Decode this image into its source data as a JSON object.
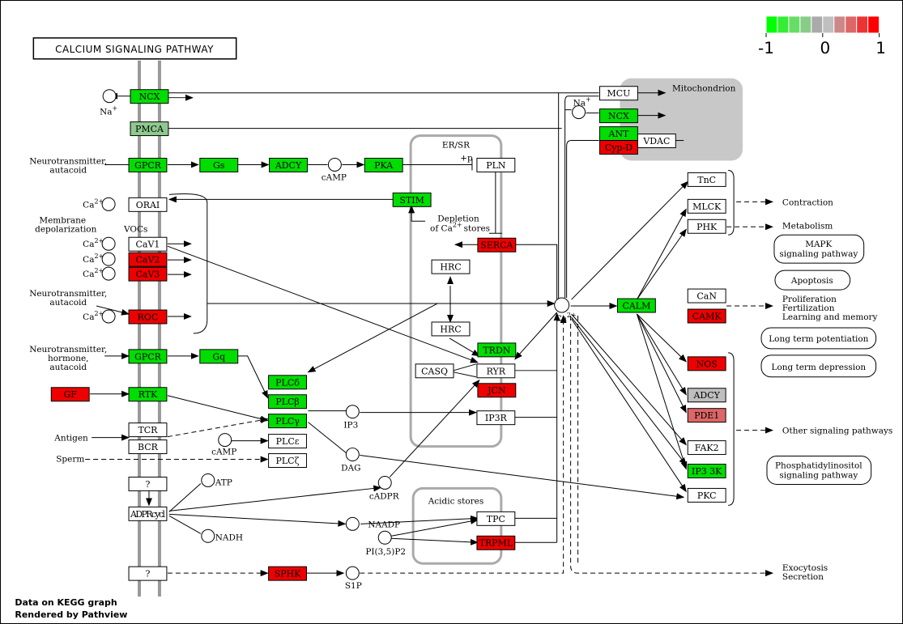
{
  "title": "CALCIUM SIGNALING PATHWAY",
  "footer": [
    "Data on KEGG graph",
    "Rendered by Pathview"
  ],
  "colors": {
    "green": "#00dd00",
    "light_green": "#8fc98f",
    "red": "#ee0000",
    "light_red": "#dd6666",
    "grey": "#bebebe",
    "white": "#ffffff",
    "compartment": "#c8c8c8"
  },
  "legend": {
    "min_label": "-1",
    "mid_label": "0",
    "max_label": "1",
    "steps": [
      "#00ff00",
      "#33ee33",
      "#66dd66",
      "#88cc88",
      "#aaaaaa",
      "#bfbfbf",
      "#cc8888",
      "#dd6666",
      "#ee3333",
      "#ff0000"
    ]
  },
  "compartments": {
    "mitochondrion": "Mitochondrion",
    "er_sr": "ER/SR",
    "acidic": "Acidic stores"
  },
  "nodes": [
    {
      "id": "ncx1",
      "label": "NCX",
      "color": "green"
    },
    {
      "id": "pmca",
      "label": "PMCA",
      "color": "light_green"
    },
    {
      "id": "gpcr1",
      "label": "GPCR",
      "color": "green"
    },
    {
      "id": "gs",
      "label": "Gs",
      "color": "green"
    },
    {
      "id": "adcy1",
      "label": "ADCY",
      "color": "green"
    },
    {
      "id": "pka",
      "label": "PKA",
      "color": "green"
    },
    {
      "id": "pln",
      "label": "PLN",
      "color": "white"
    },
    {
      "id": "stim",
      "label": "STIM",
      "color": "green"
    },
    {
      "id": "orai",
      "label": "ORAI",
      "color": "white"
    },
    {
      "id": "cav1",
      "label": "CaV1",
      "color": "white"
    },
    {
      "id": "cav2",
      "label": "CaV2",
      "color": "red"
    },
    {
      "id": "cav3",
      "label": "CaV3",
      "color": "red"
    },
    {
      "id": "serca",
      "label": "SERCA",
      "color": "red"
    },
    {
      "id": "hrc1",
      "label": "HRC",
      "color": "white"
    },
    {
      "id": "roc",
      "label": "ROC",
      "color": "red"
    },
    {
      "id": "hrc2",
      "label": "HRC",
      "color": "white"
    },
    {
      "id": "gpcr2",
      "label": "GPCR",
      "color": "green"
    },
    {
      "id": "gq",
      "label": "Gq",
      "color": "green"
    },
    {
      "id": "trdn",
      "label": "TRDN",
      "color": "green"
    },
    {
      "id": "casq",
      "label": "CASQ",
      "color": "white"
    },
    {
      "id": "ryr",
      "label": "RYR",
      "color": "white"
    },
    {
      "id": "jcn",
      "label": "JCN",
      "color": "red"
    },
    {
      "id": "plcd",
      "label": "PLCδ",
      "color": "green"
    },
    {
      "id": "plcb",
      "label": "PLCβ",
      "color": "green"
    },
    {
      "id": "plcg",
      "label": "PLCγ",
      "color": "green"
    },
    {
      "id": "plce",
      "label": "PLCε",
      "color": "white"
    },
    {
      "id": "plcz",
      "label": "PLCζ",
      "color": "white"
    },
    {
      "id": "gf",
      "label": "GF",
      "color": "red"
    },
    {
      "id": "rtk",
      "label": "RTK",
      "color": "green"
    },
    {
      "id": "tcr",
      "label": "TCR",
      "color": "white"
    },
    {
      "id": "bcr",
      "label": "BCR",
      "color": "white"
    },
    {
      "id": "ip3r",
      "label": "IP3R",
      "color": "white"
    },
    {
      "id": "q1",
      "label": "?",
      "color": "white"
    },
    {
      "id": "adprc",
      "label": "ADPRcycl",
      "color": "white"
    },
    {
      "id": "tpc",
      "label": "TPC",
      "color": "white"
    },
    {
      "id": "trpml",
      "label": "TRPML",
      "color": "red"
    },
    {
      "id": "q2",
      "label": "?",
      "color": "white"
    },
    {
      "id": "sphk",
      "label": "SPHK",
      "color": "red"
    },
    {
      "id": "mcu",
      "label": "MCU",
      "color": "white"
    },
    {
      "id": "ncx2",
      "label": "NCX",
      "color": "green"
    },
    {
      "id": "ant",
      "label": "ANT",
      "color": "green"
    },
    {
      "id": "cypd",
      "label": "Cyp-D",
      "color": "red"
    },
    {
      "id": "vdac",
      "label": "VDAC",
      "color": "white"
    },
    {
      "id": "tnc",
      "label": "TnC",
      "color": "white"
    },
    {
      "id": "mlck",
      "label": "MLCK",
      "color": "white"
    },
    {
      "id": "phk",
      "label": "PHK",
      "color": "white"
    },
    {
      "id": "calm",
      "label": "CALM",
      "color": "green"
    },
    {
      "id": "can",
      "label": "CaN",
      "color": "white"
    },
    {
      "id": "camk",
      "label": "CAMK",
      "color": "red"
    },
    {
      "id": "nos",
      "label": "NOS",
      "color": "red"
    },
    {
      "id": "adcy2",
      "label": "ADCY",
      "color": "grey"
    },
    {
      "id": "pde1",
      "label": "PDE1",
      "color": "light_red"
    },
    {
      "id": "fak2",
      "label": "FAK2",
      "color": "white"
    },
    {
      "id": "ip33k",
      "label": "IP3 3K",
      "color": "green"
    },
    {
      "id": "pkc",
      "label": "PKC",
      "color": "white"
    }
  ],
  "labels": {
    "na1": "Na",
    "na1_sup": "+",
    "na2": "Na",
    "na2_sup": "+",
    "neurotransmitter1": [
      "Neurotransmitter,",
      "autacoid"
    ],
    "camp1": "cAMP",
    "p": "+p",
    "ca_orai": "Ca",
    "membrane": [
      "Membrane",
      "depolarization"
    ],
    "vocs": "VOCs",
    "ca_cav1": "Ca",
    "ca_cav2": "Ca",
    "ca_cav3": "Ca",
    "depletion": [
      "Depletion",
      "of Ca",
      "stores"
    ],
    "neurotransmitter2": [
      "Neurotransmitter,",
      "autacoid"
    ],
    "ca_roc": "Ca",
    "neurotransmitter3": [
      "Neurotransmitter,",
      "hormone,",
      "autacoid"
    ],
    "antigen": "Antigen",
    "sperm": "Sperm",
    "camp2": "cAMP",
    "ip3": "IP3",
    "dag": "DAG",
    "atp": "ATP",
    "nadh": "NADH",
    "cadpr": "cADPR",
    "naadp": "NAADP",
    "pip2": "PI(3,5)P2",
    "s1p": "S1P",
    "ca_center": "Ca",
    "ca_sup": "2+",
    "contraction": "Contraction",
    "metabolism": "Metabolism",
    "proliferation": [
      "Proliferation",
      "Fertilization",
      "Learning and memory"
    ],
    "other": "Other signaling pathways",
    "exocytosis": [
      "Exocytosis",
      "Secretion"
    ],
    "mapk": [
      "MAPK",
      "signaling pathway"
    ],
    "apoptosis": "Apoptosis",
    "ltp": "Long term potentiation",
    "ltd": "Long term depression",
    "phosphatidyl": [
      "Phosphatidylinositol",
      "signaling pathway"
    ]
  }
}
